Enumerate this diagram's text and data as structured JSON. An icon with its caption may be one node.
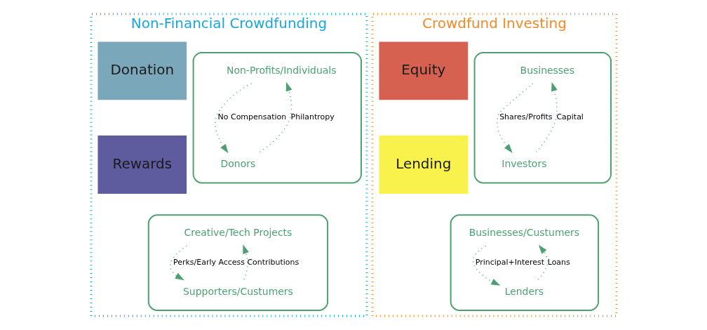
{
  "diagram": {
    "nodes": [
      {
        "text": [
          "Non-Financial Crowdfunding"
        ]
      },
      {
        "text": [],
        "shape": "box",
        "in": 0
      },
      {
        "text": [
          "Non-Profits/Individuals"
        ],
        "in": 1
      },
      {
        "text": [
          "Donors"
        ],
        "in": 1
      },
      {
        "text": [
          "Donation"
        ],
        "in": 0
      },
      {
        "text": [
          "Rewards"
        ],
        "in": 0
      },
      {
        "text": [],
        "shape": "box",
        "in": 0
      },
      {
        "text": [
          "Creative/Tech Projects"
        ],
        "in": 6
      },
      {
        "text": [
          "Supporters/Custumers"
        ],
        "in": 6
      },
      {
        "text": [
          "Crowdfund Investing"
        ]
      },
      {
        "text": [
          "Equity"
        ],
        "in": 9
      },
      {
        "text": [
          "Lending"
        ],
        "in": 9
      },
      {
        "text": [],
        "shape": "box",
        "in": 9
      },
      {
        "text": [
          "Businesses"
        ],
        "in": 12
      },
      {
        "text": [
          "Investors"
        ],
        "in": 12
      },
      {
        "text": [],
        "shape": "box",
        "in": 9
      },
      {
        "text": [
          "Businesses/Custumers"
        ],
        "in": 15
      },
      {
        "text": [
          "Lenders"
        ],
        "in": 15
      }
    ],
    "edges": [
      {
        "from": 2,
        "to": 3,
        "arrow": "to",
        "label": "No Compensation",
        "style": "dashed"
      },
      {
        "from": 3,
        "to": 2,
        "arrow": "to",
        "label": "Philantropy",
        "style": "dashed"
      },
      {
        "from": 13,
        "to": 14,
        "arrow": "to",
        "label": "Shares/Profits",
        "style": "dashed"
      },
      {
        "from": 14,
        "to": 13,
        "arrow": "to",
        "label": "Capital",
        "style": "dashed"
      },
      {
        "from": 7,
        "to": 8,
        "arrow": "to",
        "label": "Perks/Early Access",
        "style": "dashed"
      },
      {
        "from": 8,
        "to": 7,
        "arrow": "to",
        "label": "Contributions",
        "style": "dashed"
      },
      {
        "from": 16,
        "to": 17,
        "arrow": "to",
        "label": "Principal+Interest",
        "style": "dashed"
      },
      {
        "from": 17,
        "to": 16,
        "arrow": "to",
        "label": "Loans",
        "style": "dashed"
      }
    ]
  }
}
